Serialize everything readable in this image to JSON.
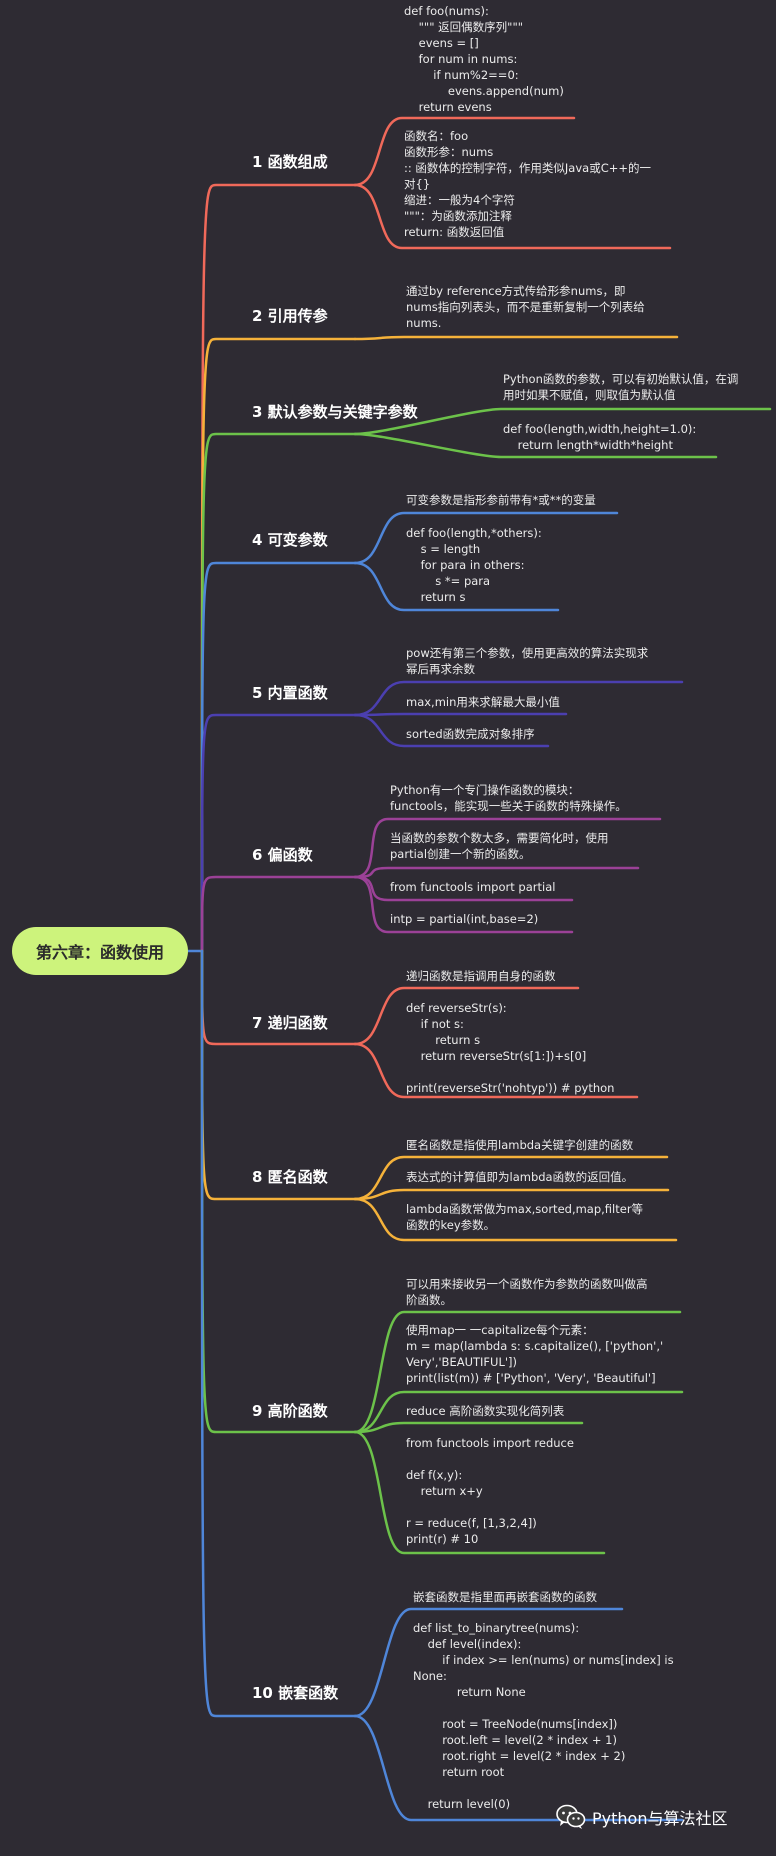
{
  "root": {
    "label": "第六章：函数使用"
  },
  "branches": [
    {
      "title": "1 函数组成",
      "color": "#f0695a",
      "leaves": [
        "def foo(nums):\n    \"\"\" 返回偶数序列\"\"\"\n    evens = []\n    for num in nums:\n        if num%2==0:\n            evens.append(num)\n    return evens",
        "函数名：foo\n函数形参：nums\n:: 函数体的控制字符，作用类似Java或C++的一\n对{}\n缩进：一般为4个字符\n\"\"\"：为函数添加注释\nreturn: 函数返回值"
      ]
    },
    {
      "title": "2 引用传参",
      "color": "#f5b23a",
      "leaves": [
        "通过by reference方式传给形参nums，即\nnums指向列表头，而不是重新复制一个列表给\nnums."
      ]
    },
    {
      "title": "3 默认参数与关键字参数",
      "color": "#6cc24a",
      "leaves": [
        "Python函数的参数，可以有初始默认值，在调\n用时如果不赋值，则取值为默认值",
        "def foo(length,width,height=1.0):\n    return length*width*height"
      ]
    },
    {
      "title": "4 可变参数",
      "color": "#4f86d9",
      "leaves": [
        "可变参数是指形参前带有*或**的变量",
        "def foo(length,*others):\n    s = length\n    for para in others:\n        s *= para\n    return s"
      ]
    },
    {
      "title": "5 内置函数",
      "color": "#4b3fb0",
      "leaves": [
        "pow还有第三个参数，使用更高效的算法实现求\n幂后再求余数",
        "max,min用来求解最大最小值",
        "sorted函数完成对象排序"
      ]
    },
    {
      "title": "6 偏函数",
      "color": "#9b4197",
      "leaves": [
        "Python有一个专门操作函数的模块：\nfunctools，能实现一些关于函数的特殊操作。",
        "当函数的参数个数太多，需要简化时，使用\npartial创建一个新的函数。",
        "from functools import partial",
        "intp = partial(int,base=2)"
      ]
    },
    {
      "title": "7 递归函数",
      "color": "#f0695a",
      "leaves": [
        "递归函数是指调用自身的函数",
        "def reverseStr(s):\n    if not s:\n        return s\n    return reverseStr(s[1:])+s[0]\n\nprint(reverseStr('nohtyp')) # python"
      ]
    },
    {
      "title": "8 匿名函数",
      "color": "#f5b23a",
      "leaves": [
        "匿名函数是指使用lambda关键字创建的函数",
        "表达式的计算值即为lambda函数的返回值。",
        "lambda函数常做为max,sorted,map,filter等\n函数的key参数。"
      ]
    },
    {
      "title": "9 高阶函数",
      "color": "#6cc24a",
      "leaves": [
        "可以用来接收另一个函数作为参数的函数叫做高\n阶函数。",
        "使用map一 一capitalize每个元素：\nm = map(lambda s: s.capitalize(), ['python','\nVery','BEAUTIFUL'])\nprint(list(m)) # ['Python', 'Very', 'Beautiful']",
        "reduce 高阶函数实现化简列表",
        "from functools import reduce\n\ndef f(x,y):\n    return x+y\n\nr = reduce(f, [1,3,2,4])\nprint(r) # 10"
      ]
    },
    {
      "title": "10 嵌套函数",
      "color": "#4f86d9",
      "leaves": [
        "嵌套函数是指里面再嵌套函数的函数",
        "def list_to_binarytree(nums):\n    def level(index):\n        if index >= len(nums) or nums[index] is\nNone:\n            return None\n\n        root = TreeNode(nums[index])\n        root.left = level(2 * index + 1)\n        root.right = level(2 * index + 2)\n        return root\n\n    return level(0)"
      ]
    }
  ],
  "watermark": {
    "icon": "wechat-icon",
    "text": "Python与算法社区"
  }
}
